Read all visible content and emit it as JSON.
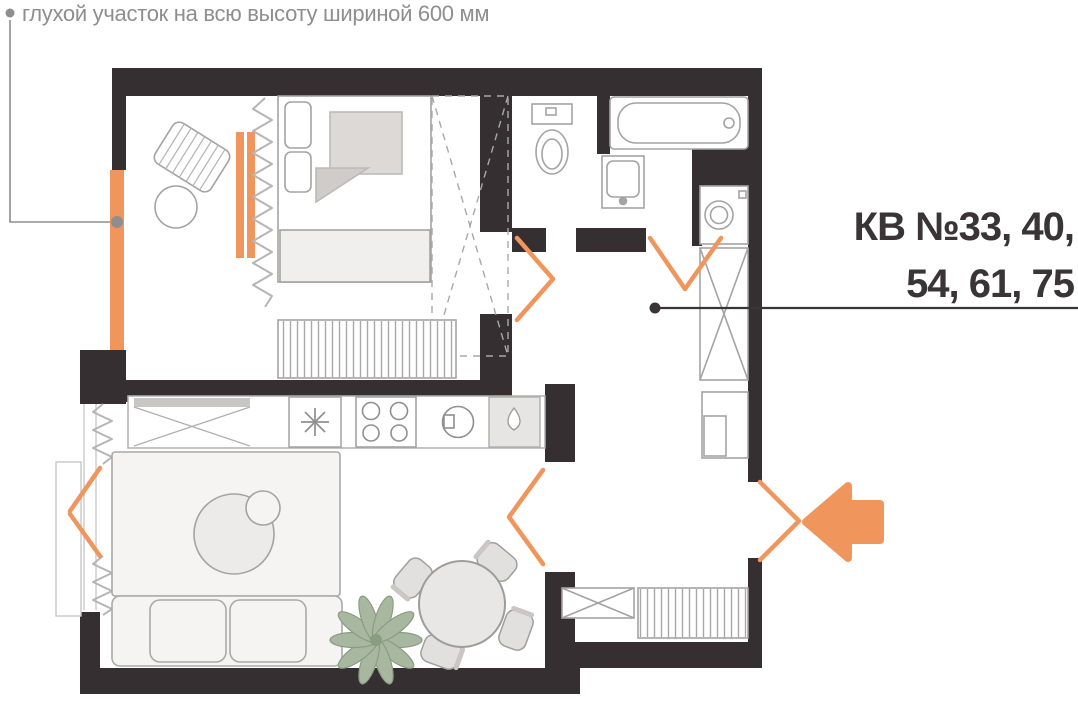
{
  "annotations": {
    "blind_section_note": "глухой участок на всю высоту шириной 600 мм",
    "apartment_label": {
      "line1": "КВ №33, 40,",
      "line2": "54, 61, 75"
    }
  },
  "colors": {
    "wall": "#352f31",
    "accent_orange": "#f0965c",
    "furniture_line": "#a3a3a3",
    "note_gray": "#8e8e8e",
    "label_dark": "#3a3436",
    "plant_green": "#a8b8a0"
  }
}
